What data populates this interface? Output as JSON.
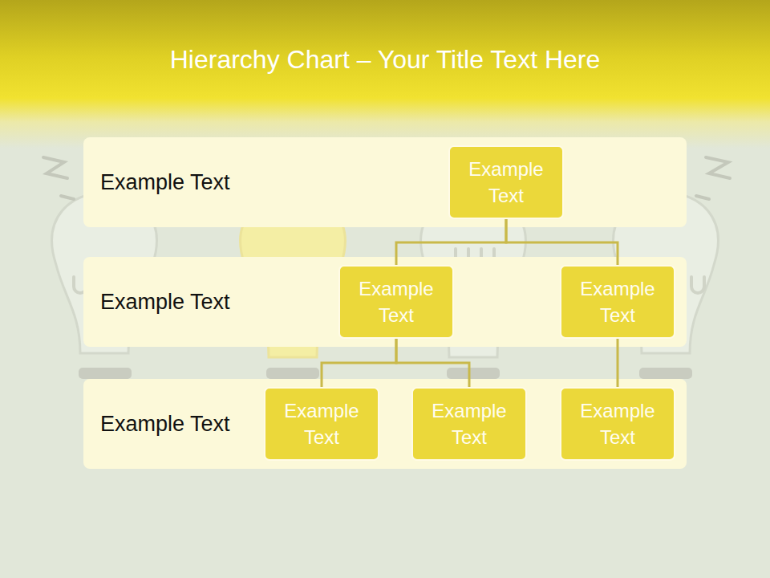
{
  "diagram": {
    "title": "Hierarchy Chart – Your Title Text Here",
    "nodes": [
      {
        "text": [
          "Example Text"
        ]
      },
      {
        "text": [
          "Example Text"
        ],
        "in": 0
      },
      {
        "text": [
          "Example Text"
        ]
      },
      {
        "text": [
          "Example Text"
        ],
        "in": 2
      },
      {
        "text": [
          "Example Text"
        ],
        "in": 2
      },
      {
        "text": [
          "Example Text"
        ]
      },
      {
        "text": [
          "Example Text"
        ],
        "in": 5
      },
      {
        "text": [
          "Example Text"
        ],
        "in": 5
      },
      {
        "text": [
          "Example Text"
        ],
        "in": 5
      }
    ],
    "edges": [
      {
        "from": 1,
        "to": 3,
        "arrow": "none"
      },
      {
        "from": 1,
        "to": 4,
        "arrow": "none"
      },
      {
        "from": 3,
        "to": 6,
        "arrow": "none"
      },
      {
        "from": 3,
        "to": 7,
        "arrow": "none"
      },
      {
        "from": 4,
        "to": 8,
        "arrow": "none"
      }
    ]
  }
}
